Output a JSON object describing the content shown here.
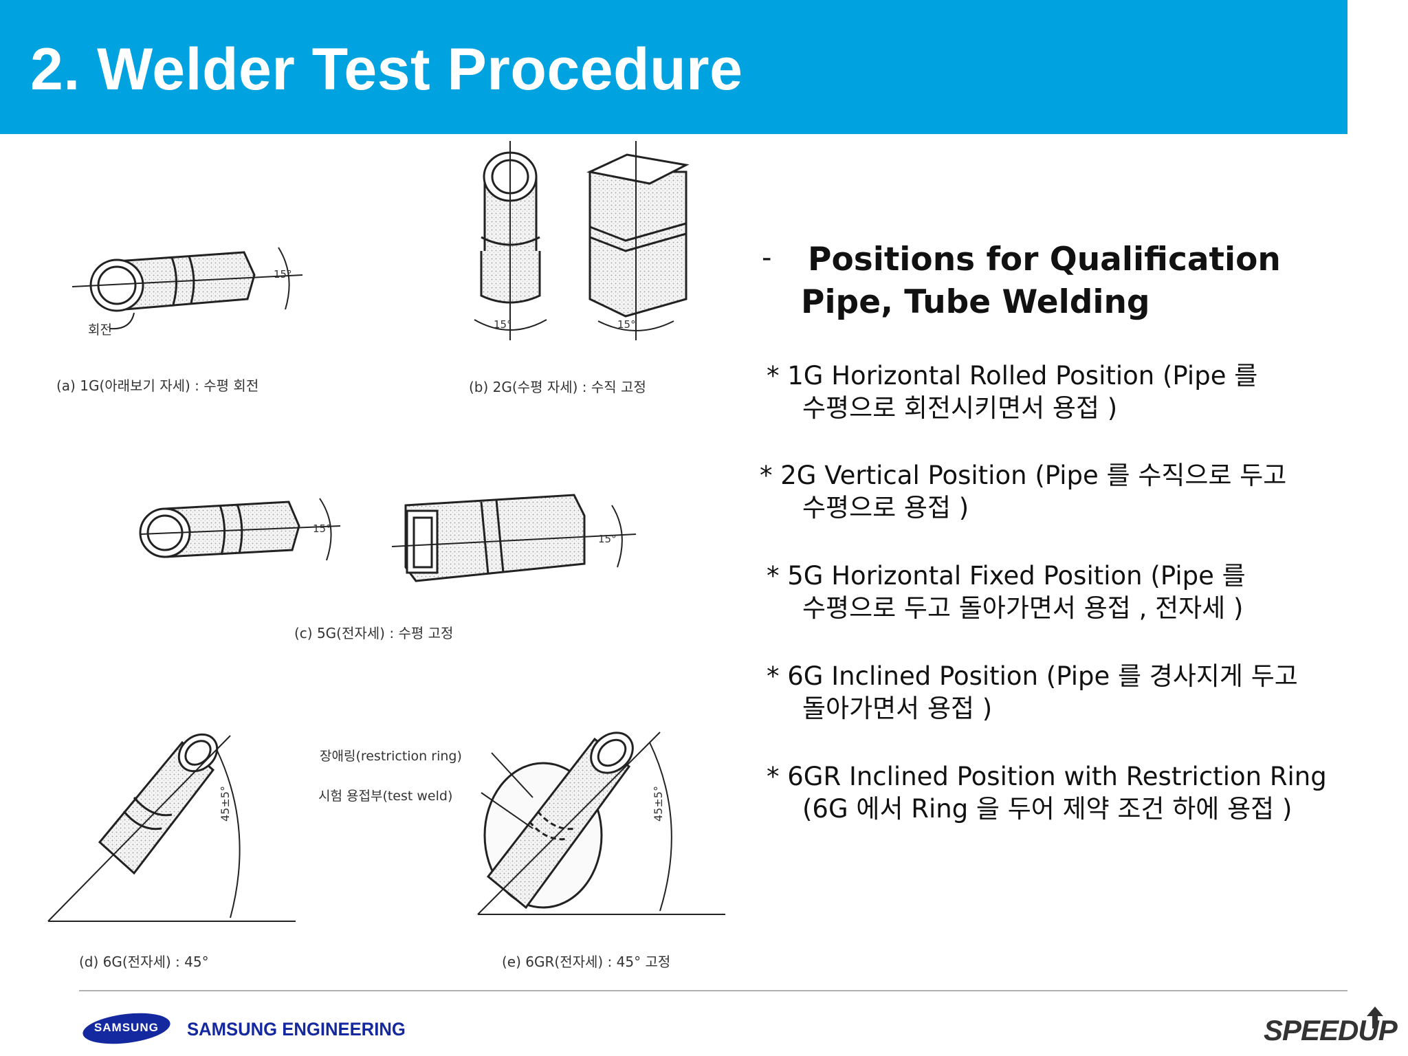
{
  "header": {
    "title": "2. Welder Test Procedure"
  },
  "figure": {
    "captions": {
      "a": "(a) 1G(아래보기 자세) : 수평 회전",
      "b": "(b) 2G(수평 자세) : 수직 고정",
      "c": "(c) 5G(전자세) : 수평 고정",
      "d": "(d) 6G(전자세) : 45°",
      "e": "(e) 6GR(전자세) : 45° 고정"
    },
    "labels": {
      "rotation": "회전",
      "restriction_ring": "장애링(restriction ring)",
      "test_weld": "시험 용접부(test weld)",
      "angle_15": "15°",
      "angle_45": "45±5°"
    }
  },
  "positions": {
    "dash": "-",
    "heading_line1": "Positions for Qualification",
    "heading_line2": "Pipe, Tube Welding",
    "items": [
      {
        "line1": "* 1G Horizontal Rolled Position (Pipe 를",
        "line2": "수평으로 회전시키면서 용접 )"
      },
      {
        "line1": "* 2G Vertical Position (Pipe 를 수직으로 두고",
        "line2": "수평으로 용접 )"
      },
      {
        "line1": "* 5G Horizontal Fixed Position (Pipe 를",
        "line2": "수평으로 두고 돌아가면서 용접 ,  전자세 )"
      },
      {
        "line1": "* 6G Inclined Position (Pipe 를 경사지게 두고",
        "line2": "돌아가면서 용접 )"
      },
      {
        "line1": "* 6GR Inclined Position with Restriction Ring",
        "line2": "(6G 에서  Ring 을 두어 제약 조건 하에 용접 )"
      }
    ]
  },
  "footer": {
    "samsung_logo_text": "SAMSUNG",
    "company_name": "SAMSUNG ENGINEERING",
    "speedup_logo": "SPEEDUP"
  },
  "colors": {
    "header_bg": "#00A3DF",
    "samsung_blue": "#1428A0"
  }
}
